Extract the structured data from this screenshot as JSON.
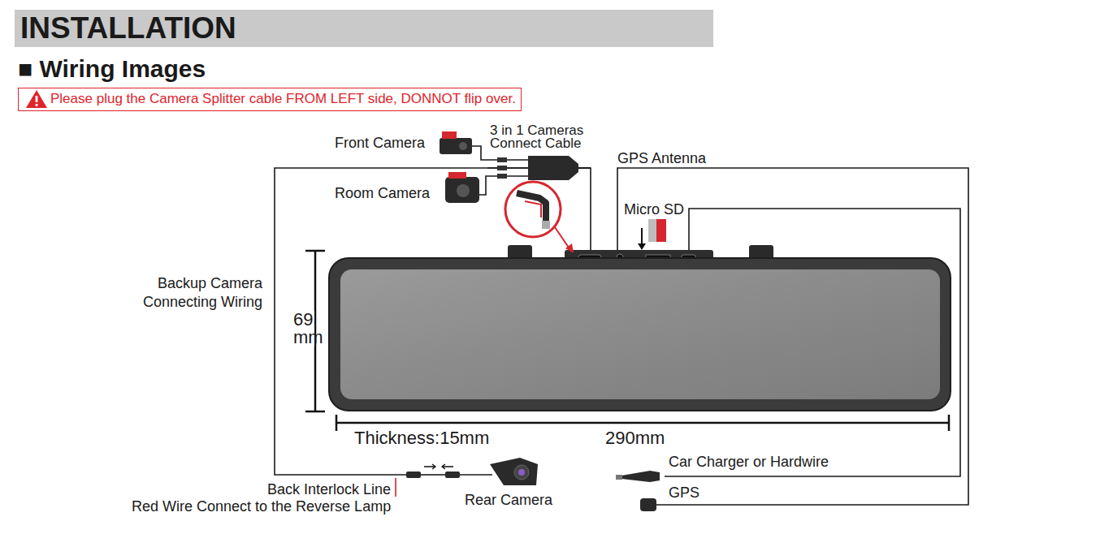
{
  "diagram": {
    "title": "INSTALLATION",
    "nodes": [
      {
        "text": [
          "Please plug the Camera Splitter cable FROM LEFT side, DONNOT flip over."
        ]
      }
    ],
    "labels": [
      "■ Wiring Images",
      "Front Camera",
      "3 in 1 Cameras Connect Cable",
      "Room Camera",
      "GPS Antenna",
      "Micro SD",
      "Backup Camera Connecting Wiring",
      "69 mm",
      "Thickness:15mm",
      "290mm",
      "Car Charger or Hardwire",
      "GPS",
      "Back Interlock Line",
      "Red Wire Connect to the Reverse Lamp",
      "Rear Camera"
    ]
  }
}
